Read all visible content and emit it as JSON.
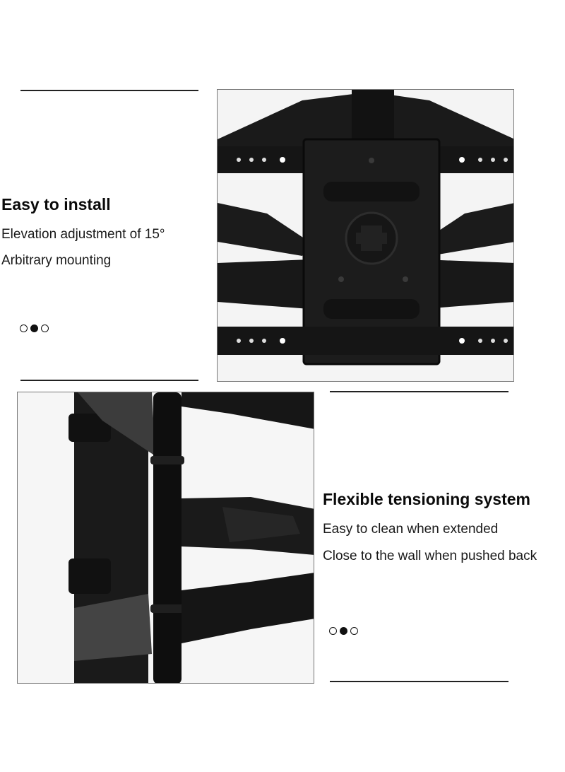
{
  "section1": {
    "heading": "Easy to install",
    "lines": [
      "Elevation adjustment of 15°",
      "Arbitrary mounting"
    ],
    "pagination": {
      "total": 3,
      "active": 2
    },
    "photo_subject": "tv-mount-bracket-plate-photo"
  },
  "section2": {
    "heading": "Flexible tensioning system",
    "lines": [
      "Easy to clean when extended",
      "Close to the wall when pushed back"
    ],
    "pagination": {
      "total": 3,
      "active": 2
    },
    "photo_subject": "tv-mount-swing-arm-photo"
  },
  "colors": {
    "text": "#111111",
    "rule": "#222222",
    "metal": "#141414",
    "background": "#ffffff"
  }
}
